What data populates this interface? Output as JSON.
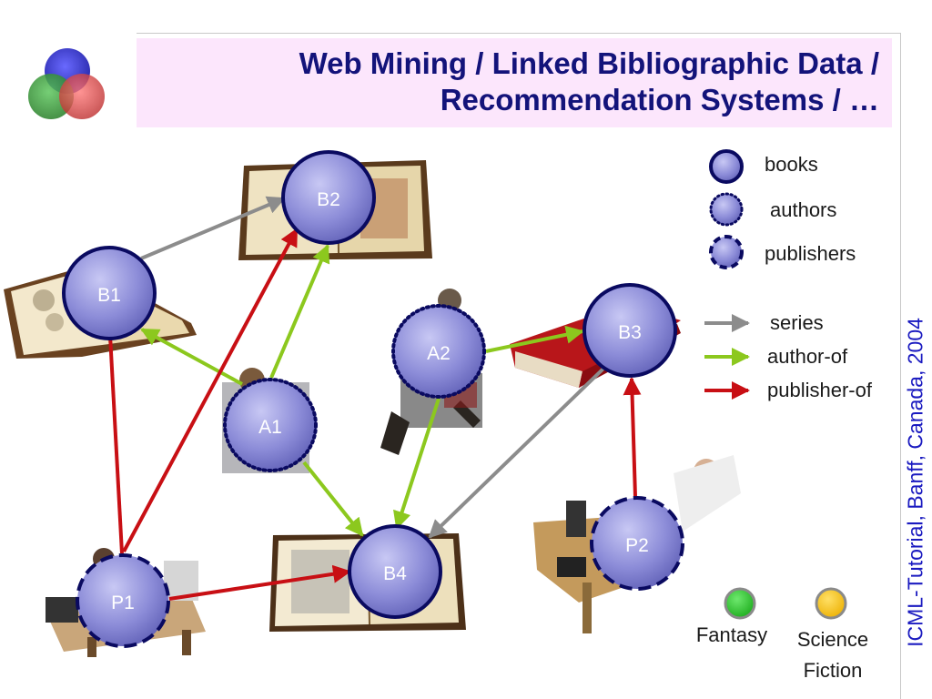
{
  "title": {
    "line1": "Web Mining / Linked Bibliographic Data /",
    "line2": "Recommendation Systems / …"
  },
  "side_caption": "ICML-Tutorial, Banff, Canada, 2004",
  "logo_icon": "three-overlapping-circles-icon",
  "nodes": {
    "B1": "B1",
    "B2": "B2",
    "B3": "B3",
    "B4": "B4",
    "A1": "A1",
    "A2": "A2",
    "P1": "P1",
    "P2": "P2"
  },
  "legend": {
    "node_types": {
      "books": "books",
      "authors": "authors",
      "publishers": "publishers"
    },
    "edge_types": {
      "series": "series",
      "author_of": "author-of",
      "publisher_of": "publisher-of"
    }
  },
  "genres": {
    "fantasy": "Fantasy",
    "science_fiction_line1": "Science",
    "science_fiction_line2": "Fiction"
  },
  "edges": [
    {
      "from": "B1",
      "to": "B2",
      "type": "series"
    },
    {
      "from": "B3",
      "to": "B4",
      "type": "series"
    },
    {
      "from": "A1",
      "to": "B1",
      "type": "author-of"
    },
    {
      "from": "A1",
      "to": "B2",
      "type": "author-of"
    },
    {
      "from": "A1",
      "to": "B4",
      "type": "author-of"
    },
    {
      "from": "A2",
      "to": "B3",
      "type": "author-of"
    },
    {
      "from": "A2",
      "to": "B4",
      "type": "author-of"
    },
    {
      "from": "P1",
      "to": "B1",
      "type": "publisher-of"
    },
    {
      "from": "P1",
      "to": "B2",
      "type": "publisher-of"
    },
    {
      "from": "P1",
      "to": "B4",
      "type": "publisher-of"
    },
    {
      "from": "P2",
      "to": "B3",
      "type": "publisher-of"
    }
  ],
  "colors": {
    "title_text": "#13137a",
    "title_background": "#fce6fc",
    "side_caption": "#1a1ac0",
    "node_fill": "#8a8ad6",
    "node_stroke": "#0a0a60",
    "series": "#8c8c8c",
    "author_of": "#8cc81e",
    "publisher_of": "#c80f14",
    "fantasy": "#3ccc3c",
    "science_fiction": "#f6c81e"
  }
}
